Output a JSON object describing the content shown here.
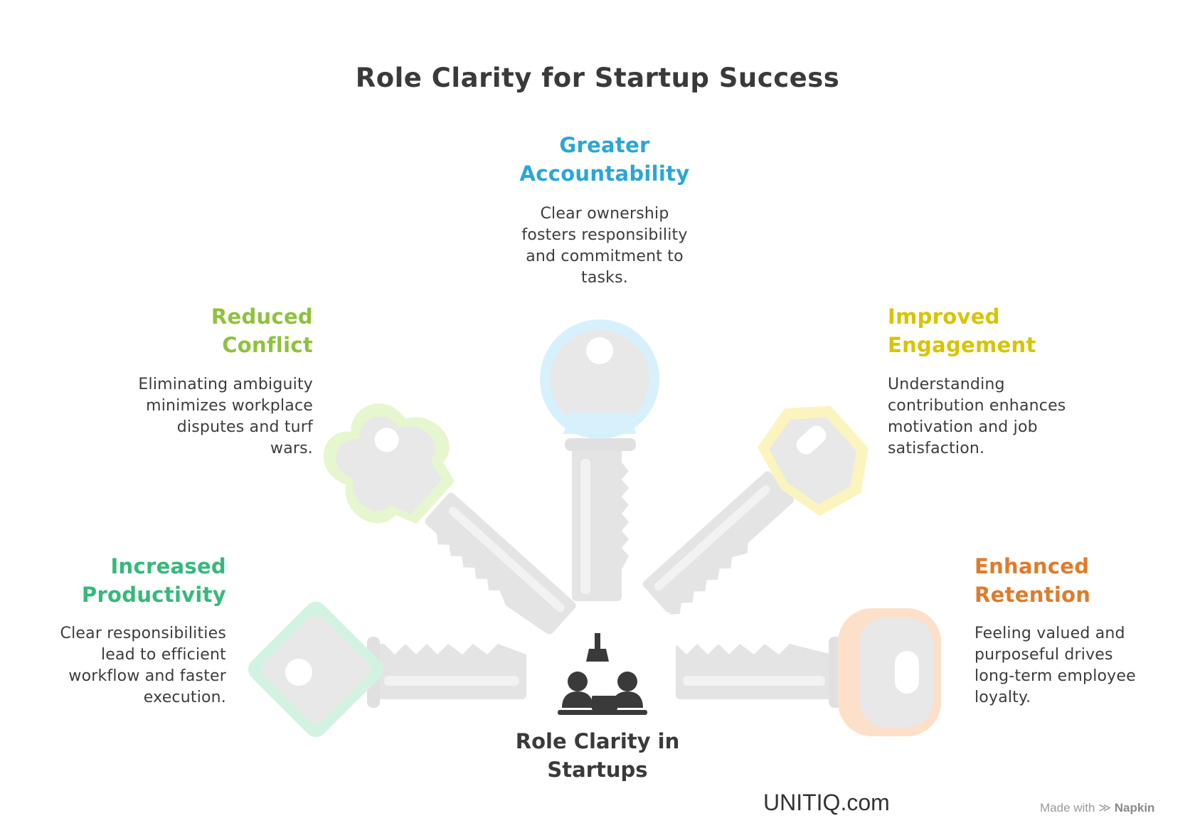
{
  "title": "Role Clarity for Startup Success",
  "center": {
    "label_line1": "Role Clarity in",
    "label_line2": "Startups",
    "icon": "team-meeting-icon"
  },
  "items": [
    {
      "heading_line1": "Greater",
      "heading_line2": "Accountability",
      "desc_lines": [
        "Clear ownership",
        "fosters responsibility",
        "and commitment to",
        "tasks."
      ],
      "color": "#2aa6d8",
      "ring_color": "#d6f1fb"
    },
    {
      "heading_line1": "Reduced",
      "heading_line2": "Conflict",
      "desc_lines": [
        "Eliminating ambiguity",
        "minimizes workplace",
        "disputes and turf",
        "wars."
      ],
      "color": "#8fc13c",
      "ring_color": "#e6f6cf"
    },
    {
      "heading_line1": "Improved",
      "heading_line2": "Engagement",
      "desc_lines": [
        "Understanding",
        "contribution enhances",
        "motivation and job",
        "satisfaction."
      ],
      "color": "#d8c400",
      "ring_color": "#fbf4be"
    },
    {
      "heading_line1": "Increased",
      "heading_line2": "Productivity",
      "desc_lines": [
        "Clear responsibilities",
        "lead to efficient",
        "workflow and faster",
        "execution."
      ],
      "color": "#35b97a",
      "ring_color": "#d3f3e2"
    },
    {
      "heading_line1": "Enhanced",
      "heading_line2": "Retention",
      "desc_lines": [
        "Feeling valued and",
        "purposeful drives",
        "long-term employee",
        "loyalty."
      ],
      "color": "#e07b2a",
      "ring_color": "#fde0c9"
    }
  ],
  "watermark": "UNITIQ.com",
  "made_with": {
    "prefix": "Made with",
    "brand": "Napkin",
    "icon": "napkin-logo-icon"
  },
  "colors": {
    "key_body": "#e8e8e8",
    "key_outline": "#dcdcdc",
    "text": "#333333"
  }
}
